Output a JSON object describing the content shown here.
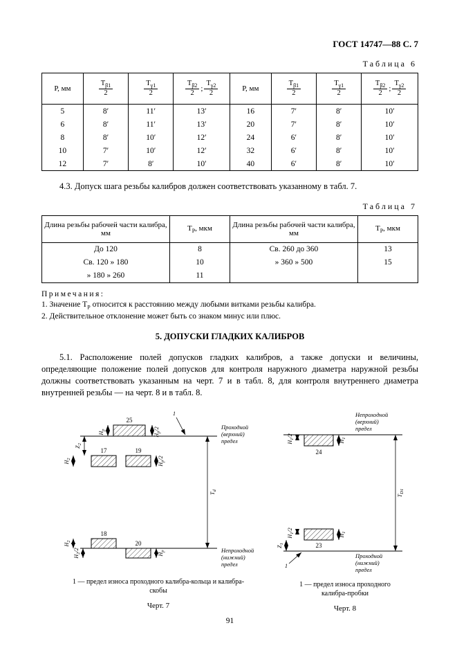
{
  "header": {
    "doc": "ГОСТ 14747—88 С. 7"
  },
  "table6": {
    "caption": "Таблица 6",
    "p_label": "Р, мм",
    "frac": {
      "t": "Т",
      "b1": "β1",
      "g1": "γ1",
      "b2": "β2",
      "g2": "γ2",
      "den": "2",
      "sep": ";"
    },
    "rows": [
      [
        "5",
        "8′",
        "11′",
        "13′",
        "16",
        "7′",
        "8′",
        "10′"
      ],
      [
        "6",
        "8′",
        "11′",
        "13′",
        "20",
        "7′",
        "8′",
        "10′"
      ],
      [
        "8",
        "8′",
        "10′",
        "12′",
        "24",
        "6′",
        "8′",
        "10′"
      ],
      [
        "10",
        "7′",
        "10′",
        "12′",
        "32",
        "6′",
        "8′",
        "10′"
      ],
      [
        "12",
        "7′",
        "8′",
        "10′",
        "40",
        "6′",
        "8′",
        "10′"
      ]
    ]
  },
  "para43": "4.3. Допуск шага резьбы калибров должен соответствовать указанному в табл. 7.",
  "table7": {
    "caption": "Таблица 7",
    "len_label": "Длина резьбы рабочей части калибра, мм",
    "tp_t": "Т",
    "tp_sub": "Р",
    "tp_rest": ", мкм",
    "rows": [
      [
        "До 120",
        "8",
        "Св.  260  до  360",
        "13"
      ],
      [
        "Св.  120  »  180",
        "10",
        "»  360  »  500",
        "15"
      ],
      [
        "»  180  »  260",
        "11",
        "",
        ""
      ]
    ]
  },
  "notes": {
    "title": "Примечания:",
    "n1_pre": "1. Значение Т",
    "n1_sub": "Р",
    "n1_post": " относится к расстоянию между любыми витками резьбы калибра.",
    "n2": "2. Действительное отклонение может быть со знаком минус или плюс."
  },
  "section5": {
    "title": "5. ДОПУСКИ ГЛАДКИХ КАЛИБРОВ",
    "para51": "5.1. Расположение полей допусков гладких калибров, а также допуски и величины, определяющие положение полей допусков для контроля наружного диаметра наружной резьбы должны соответствовать указанным на черт. 7 и в табл. 8, для контроля внутреннего диаметра внутренней резьбы — на черт. 8 и в табл. 8.",
    "body": ""
  },
  "fig7": {
    "box25": "25",
    "box17": "17",
    "box19": "19",
    "box18": "18",
    "box20": "20",
    "leader": "1",
    "dims": {
      "hp": {
        "t": "H",
        "s": "p",
        "r": ""
      },
      "hp2": {
        "t": "H",
        "s": "p",
        "r": "/2"
      },
      "z2": {
        "t": "Z",
        "s": "2",
        "r": ""
      },
      "h2": {
        "t": "H",
        "s": "2",
        "r": ""
      },
      "h22": {
        "t": "H",
        "s": "2",
        "r": "/2"
      },
      "td": {
        "t": "T",
        "s": "d",
        "r": ""
      }
    },
    "upper_limit": {
      "l1": "Проходной",
      "l2": "(верхний)",
      "l3": "предел"
    },
    "lower_limit": {
      "l1": "Непроходной",
      "l2": "(нижний)",
      "l3": "предел"
    },
    "caption": "1 — предел износа проходного калибра-кольца и калибра-скобы",
    "title": "Черт. 7"
  },
  "fig8": {
    "box24": "24",
    "box23": "23",
    "leader": "1",
    "dims": {
      "h1": {
        "t": "H",
        "s": "1",
        "r": ""
      },
      "h12": {
        "t": "H",
        "s": "1",
        "r": "/2"
      },
      "z1": {
        "t": "Z",
        "s": "1",
        "r": ""
      },
      "td1": {
        "t": "T",
        "s": "D1",
        "r": ""
      }
    },
    "upper_limit": {
      "l1": "Непроходной",
      "l2": "(верхний)",
      "l3": "предел"
    },
    "lower_limit": {
      "l1": "Проходной",
      "l2": "(нижний)",
      "l3": "предел"
    },
    "caption": "1 — предел износа проходного калибра-пробки",
    "title": "Черт. 8"
  },
  "page_number": "91"
}
